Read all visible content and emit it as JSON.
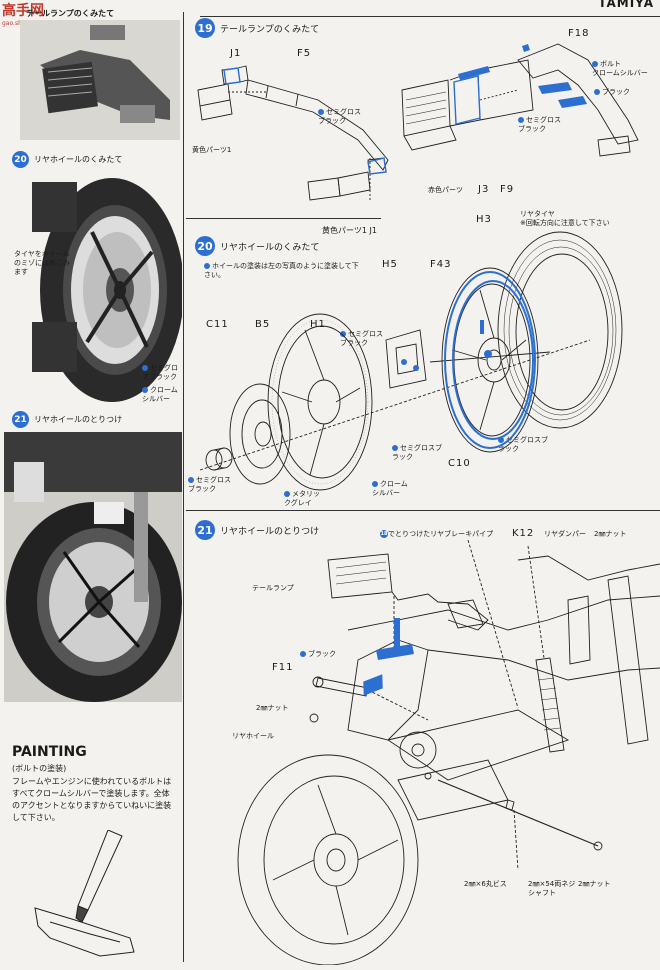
{
  "header": {
    "site_logo": "高手网",
    "site_url": "gao.shou.com",
    "brand": "TAMIYA"
  },
  "left": {
    "tail_lamp_caption": "テールランプのくみたて",
    "step20": {
      "num": "20",
      "title": "リヤホイールのくみたて"
    },
    "tyre_note": "タイヤをホイールのミゾにはめこみます",
    "callout_semigloss": "セミグロスブラック",
    "callout_chrome": "クロームシルバー",
    "step21": {
      "num": "21",
      "title": "リヤホイールのとりつけ"
    },
    "painting_heading": "PAINTING",
    "bolt_painting": "ボルトの塗装",
    "painting_text": "フレームやエンジンに使われているボルトはすべてクロームシルバーで塗装します。全体のアクセントとなりますからていねいに塗装して下さい。"
  },
  "step19": {
    "num": "19",
    "title": "テールランプのくみたて",
    "labels": {
      "j1_top": "J1",
      "f5": "F5",
      "f18": "F18",
      "bolt_chrome": "ボルト\nクロームシルバー",
      "semigloss1": "セミグロスブラック",
      "black1": "ブラック",
      "semigloss2": "セミグロスブラック",
      "yellow_part": "黄色パーツ1",
      "red_part": "赤色パーツ",
      "j3": "J3",
      "f9": "F9",
      "yellow_part_j1": "黄色パーツ1 J1"
    }
  },
  "step20": {
    "num": "20",
    "title": "リヤホイールのくみたて",
    "note": "ホイールの塗装は左の写真のように塗装して下さい。",
    "labels": {
      "h3": "H3",
      "rear_tyre": "リヤタイヤ\n※回転方向に注意して下さい",
      "h5": "H5",
      "f43": "F43",
      "c11": "C11",
      "b5": "B5",
      "h1": "H1",
      "semigloss_a": "セミグロスブラック",
      "semigloss_b": "セミグロスブラック",
      "semigloss_c": "セミグロスブラック",
      "semigloss_d": "セミグロスブラック",
      "c10": "C10",
      "metallic_gray": "メタリックグレイ",
      "chrome_silver": "クロームシルバー"
    }
  },
  "step21": {
    "num": "21",
    "title": "リヤホイールのとりつけ",
    "labels": {
      "brake_pipe": "でとりつけたリヤブレーキパイプ",
      "k12": "K12",
      "rear_damper": "リヤダンパー",
      "nut_top": "2㎜ナット",
      "tail_lamp": "テールランプ",
      "black": "ブラック",
      "f11": "F11",
      "nut_left": "2㎜ナット",
      "rear_wheel": "リヤホイール",
      "screw": "2㎜×6丸ビス",
      "shaft": "2㎜×54両ネジ\nシャフト",
      "nut_bottom": "2㎜ナット"
    }
  },
  "colors": {
    "accent_blue": "#2c6fd0",
    "line": "#222222",
    "paper": "#f3f2ee"
  }
}
